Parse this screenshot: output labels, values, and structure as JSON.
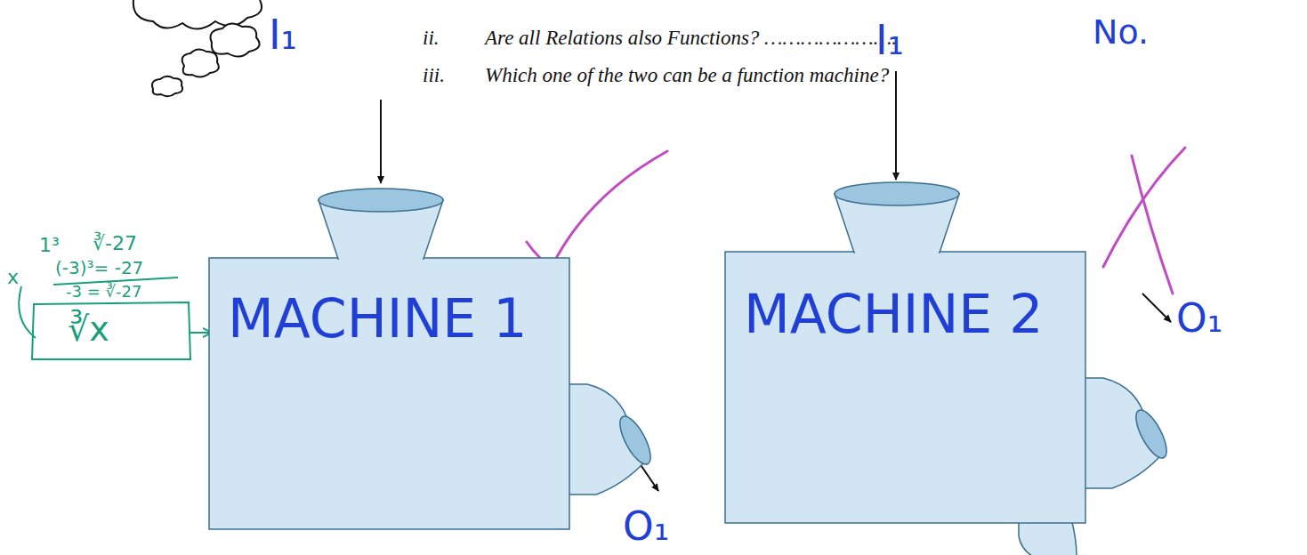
{
  "diagram": {
    "nodes": [
      {
        "text": [
          "MACHINE 1"
        ]
      },
      {
        "text": [
          "MACHINE 2"
        ]
      }
    ],
    "labels": [
      "ii.",
      "Are all Relations also Functions? ………………….",
      "No.",
      "iii.",
      "Which one of the two can be a function machine?",
      "I₁",
      "I₁",
      "O₁",
      "O₁",
      "1³",
      "∛-27",
      "x",
      "(-3)³= -27",
      "-3 = ∛-27",
      "∛x"
    ]
  }
}
